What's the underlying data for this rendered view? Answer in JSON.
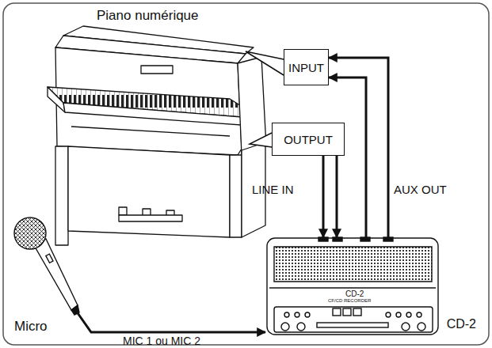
{
  "diagram": {
    "nodes": [
      {
        "text": [
          "INPUT"
        ]
      },
      {
        "text": [
          "OUTPUT"
        ]
      },
      {
        "text": [
          "Micro"
        ]
      },
      {
        "text": [
          "CD-2"
        ]
      }
    ],
    "edges": [
      {
        "from": 3,
        "to": 0,
        "arrow": "to"
      },
      {
        "from": 3,
        "to": 0,
        "arrow": "to"
      },
      {
        "from": 1,
        "to": 3,
        "arrow": "to"
      },
      {
        "from": 1,
        "to": 3,
        "arrow": "to"
      },
      {
        "from": 2,
        "to": 3,
        "arrow": "to"
      }
    ],
    "labels": [
      "Piano numérique",
      "LINE IN",
      "AUX OUT",
      "MIC 1 ou MIC 2",
      "CD-2",
      "CF/CD RECORDER"
    ]
  }
}
